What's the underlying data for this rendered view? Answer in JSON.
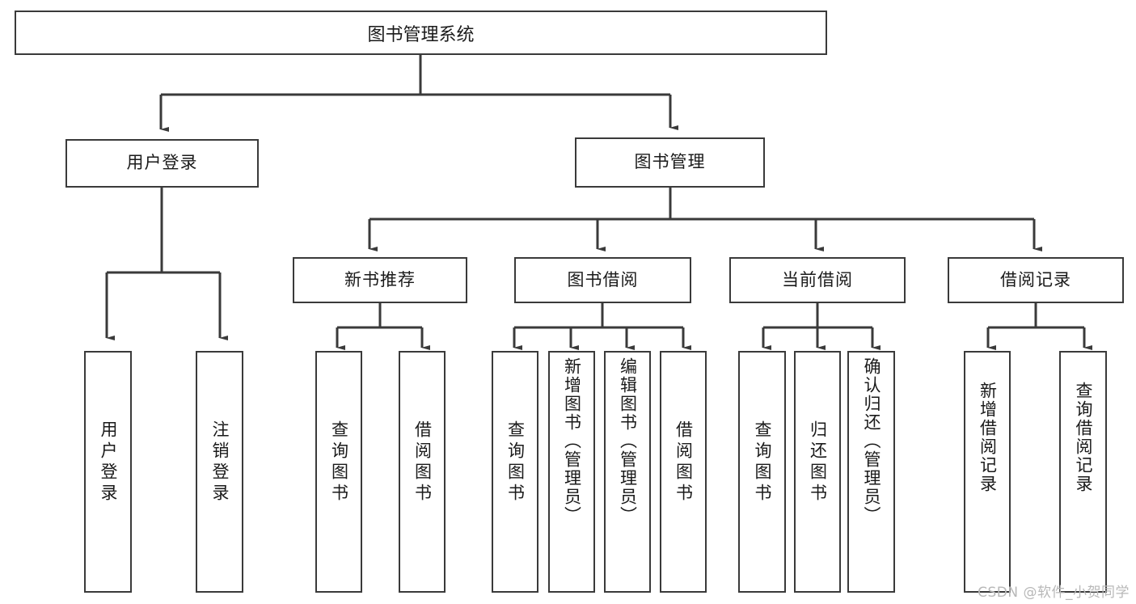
{
  "diagram": {
    "title": "图书管理系统",
    "type": "tree-hierarchy-diagram",
    "colors": {
      "box_border": "#3a3a3a",
      "box_fill": "#ffffff",
      "connector": "#3a3a3a",
      "text": "#1a1a1a",
      "watermark": "#b8b8b8",
      "background": "#ffffff"
    },
    "root": {
      "label": "图书管理系统"
    },
    "level2": [
      {
        "label": "用户登录"
      },
      {
        "label": "图书管理"
      }
    ],
    "level3": [
      {
        "label": "新书推荐"
      },
      {
        "label": "图书借阅"
      },
      {
        "label": "当前借阅"
      },
      {
        "label": "借阅记录"
      }
    ],
    "leaves": {
      "user_login": [
        {
          "label": "用户登录"
        },
        {
          "label": "注销登录"
        }
      ],
      "new_book_recommend": [
        {
          "label": "查询图书"
        },
        {
          "label": "借阅图书"
        }
      ],
      "book_borrow": [
        {
          "label": "查询图书"
        },
        {
          "label": "新增图书（管理员）"
        },
        {
          "label": "编辑图书（管理员）"
        },
        {
          "label": "借阅图书"
        }
      ],
      "current_borrow": [
        {
          "label": "查询图书"
        },
        {
          "label": "归还图书"
        },
        {
          "label": "确认归还（管理员）"
        }
      ],
      "borrow_record": [
        {
          "label": "新增借阅记录"
        },
        {
          "label": "查询借阅记录"
        }
      ]
    }
  },
  "watermark": {
    "text": "CSDN @软件_小贺同学"
  }
}
